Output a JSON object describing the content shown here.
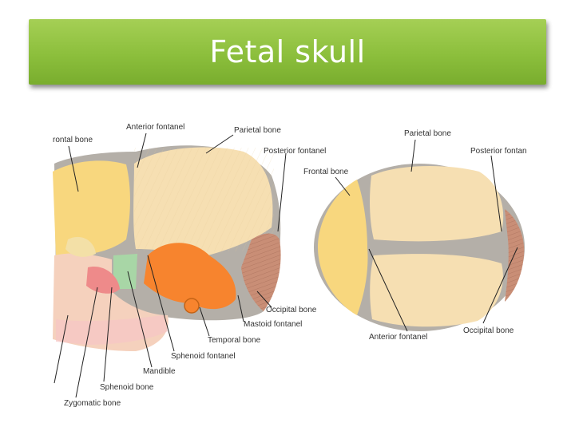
{
  "slide": {
    "title": "Fetal skull"
  },
  "colors": {
    "title_bar": "#8cbf3c",
    "parietal": "#f6dfb2",
    "frontal": "#f8d77e",
    "occipital": "#c98e76",
    "sphenoid": "#f48b3a",
    "temporal": "#f7842e",
    "fontanel": "#b4afa8"
  },
  "labels": {
    "side": {
      "frontal_bone": "rontal bone",
      "anterior_fontanel": "Anterior fontanel",
      "parietal_bone": "Parietal bone",
      "posterior_fontanel": "Posterior fontanel",
      "occipital_bone": "Occipital bone",
      "mastoid_fontanel": "Mastoid fontanel",
      "temporal_bone": "Temporal bone",
      "sphenoid_fontanel": "Sphenoid fontanel",
      "mandible": "Mandible",
      "sphenoid_bone": "Sphenoid bone",
      "zygomatic_bone": "Zygomatic bone"
    },
    "top": {
      "parietal_bone": "Parietal bone",
      "posterior_fontanel": "Posterior fontan",
      "frontal_bone": "Frontal bone",
      "anterior_fontanel": "Anterior fontanel",
      "occipital_bone": "Occipital bone"
    }
  }
}
